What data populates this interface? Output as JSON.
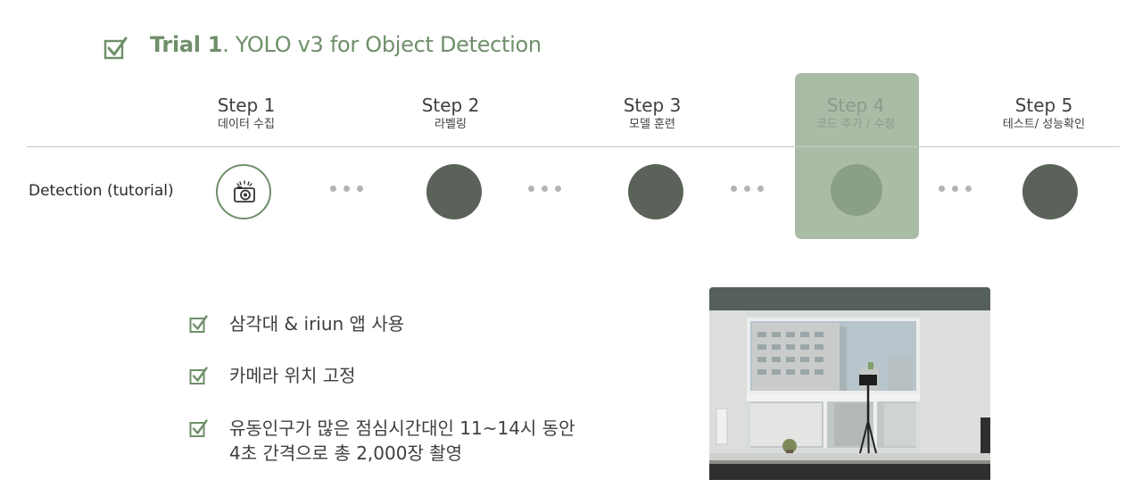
{
  "title": {
    "bold": "Trial 1",
    "rest": ". YOLO v3 for Object Detection"
  },
  "steps": [
    {
      "title": "Step 1",
      "sub": "데이터 수집"
    },
    {
      "title": "Step 2",
      "sub": "라벨링"
    },
    {
      "title": "Step 3",
      "sub": "모델 훈련"
    },
    {
      "title": "Step 4",
      "sub": "코드 추가 / 수정"
    },
    {
      "title": "Step 5",
      "sub": "테스트/ 성능확인"
    }
  ],
  "row_label": "Detection (tutorial)",
  "bullets": [
    {
      "line1": "삼각대 & iriun 앱 사용"
    },
    {
      "line1": "카메라 위치 고정"
    },
    {
      "line1": "유동인구가 많은 점심시간대인 11~14시 동안",
      "line2": "4초 간격으로 총 2,000장 촬영"
    }
  ],
  "colors": {
    "accent": "#6f8f6a",
    "node": "#5b6259",
    "highlight": "#aabca6"
  },
  "icons": {
    "title_check": "checkbox-check-icon",
    "first_node": "camera-icon"
  }
}
